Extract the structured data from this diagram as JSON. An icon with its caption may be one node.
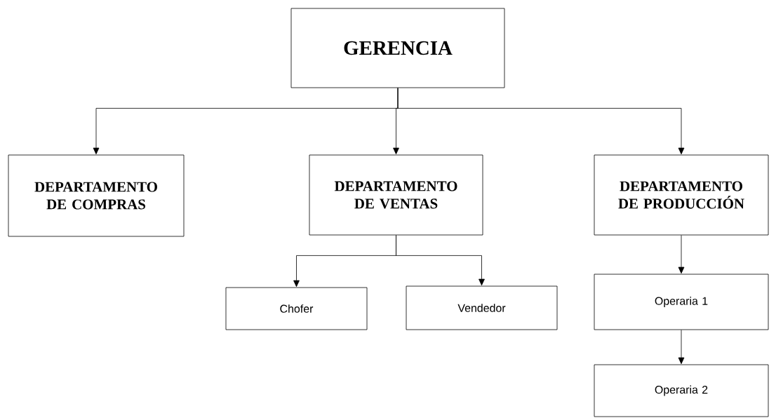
{
  "diagram": {
    "nodes": [
      {
        "text": [
          "GERENCIA"
        ]
      },
      {
        "text": [
          "DEPARTAMENTO DE COMPRAS"
        ]
      },
      {
        "text": [
          "DEPARTAMENTO DE VENTAS"
        ]
      },
      {
        "text": [
          "DEPARTAMENTO DE PRODUCCIÓN"
        ]
      },
      {
        "text": [
          "Chofer"
        ]
      },
      {
        "text": [
          "Vendedor"
        ]
      },
      {
        "text": [
          "Operaria 1"
        ]
      },
      {
        "text": [
          "Operaria 2"
        ]
      }
    ],
    "edges": [
      {
        "from": 0,
        "to": 1,
        "arrow": "to"
      },
      {
        "from": 0,
        "to": 2,
        "arrow": "to"
      },
      {
        "from": 0,
        "to": 3,
        "arrow": "to"
      },
      {
        "from": 2,
        "to": 4,
        "arrow": "to"
      },
      {
        "from": 2,
        "to": 5,
        "arrow": "to"
      },
      {
        "from": 3,
        "to": 6,
        "arrow": "to"
      },
      {
        "from": 6,
        "to": 7,
        "arrow": "to"
      }
    ]
  }
}
